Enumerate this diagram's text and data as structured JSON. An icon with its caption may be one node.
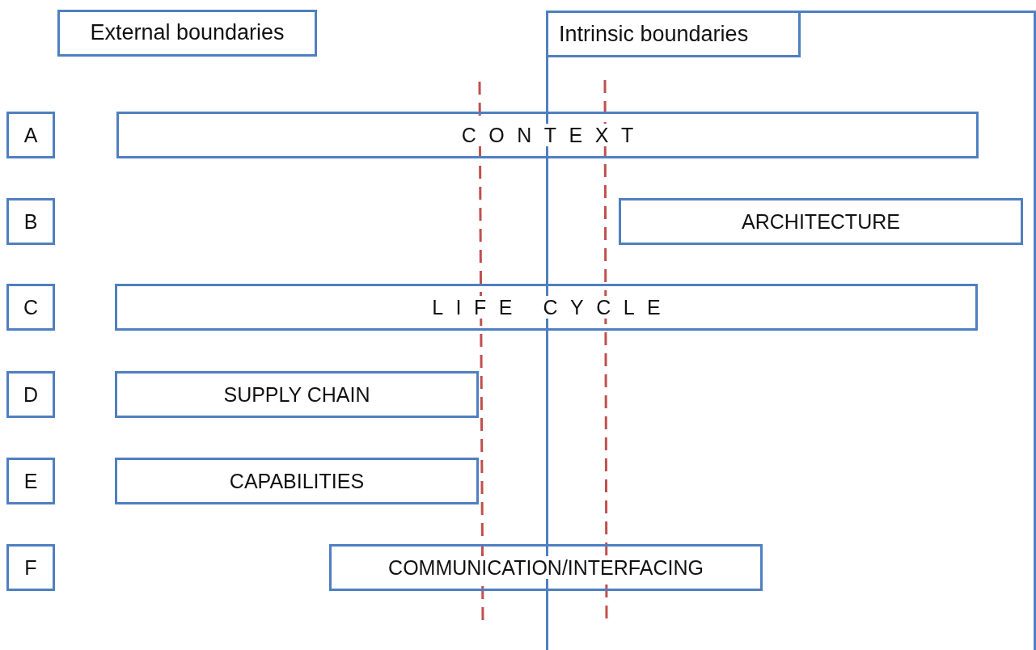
{
  "diagram": {
    "nodes": [
      {
        "text": [
          "External boundaries"
        ]
      },
      {
        "text": [
          "Intrinsic boundaries"
        ]
      },
      {
        "text": [
          "A"
        ]
      },
      {
        "text": [
          "CONTEXT"
        ]
      },
      {
        "text": [
          "B"
        ]
      },
      {
        "text": [
          "ARCHITECTURE"
        ],
        "in": 1
      },
      {
        "text": [
          "C"
        ]
      },
      {
        "text": [
          "LIFE CYCLE"
        ]
      },
      {
        "text": [
          "D"
        ]
      },
      {
        "text": [
          "SUPPLY CHAIN"
        ]
      },
      {
        "text": [
          "E"
        ]
      },
      {
        "text": [
          "CAPABILITIES"
        ]
      },
      {
        "text": [
          "F"
        ]
      },
      {
        "text": [
          "COMMUNICATION/INTERFACING"
        ]
      }
    ]
  }
}
